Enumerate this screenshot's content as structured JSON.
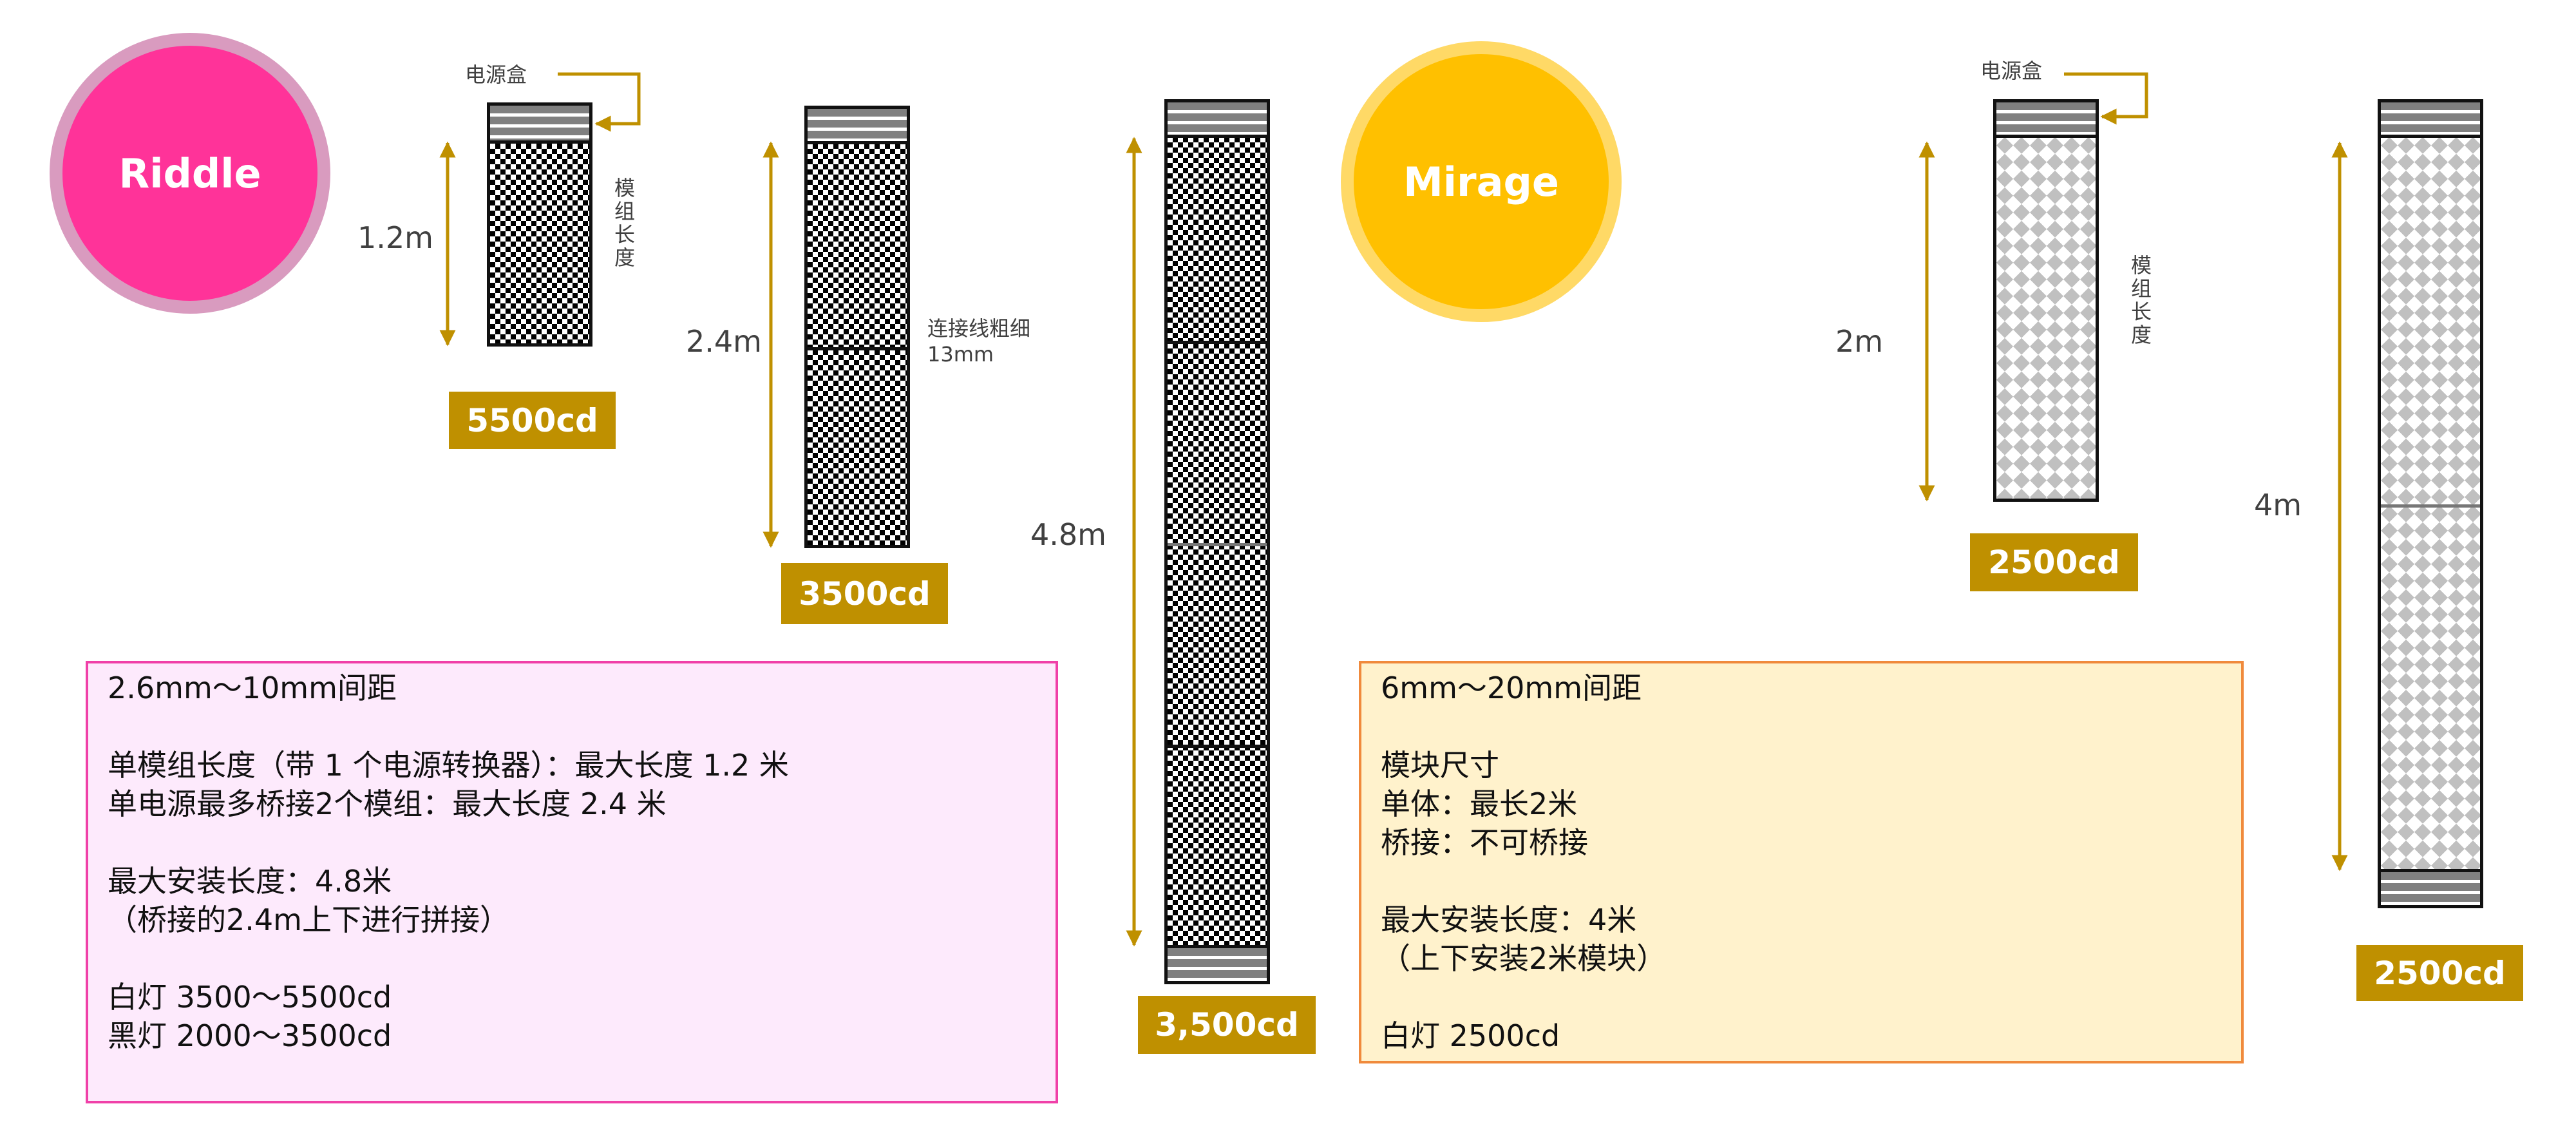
{
  "colors": {
    "riddle": "#FF3399",
    "mirage": "#FFC000",
    "badge": "#BF9000",
    "arrow": "#BF9000"
  },
  "riddle": {
    "title": "Riddle",
    "power_box_label": "电源盒",
    "module_length_label": "模组长度",
    "cable_label_line1": "连接线粗细",
    "cable_label_line2": "13mm",
    "dims": [
      "1.2m",
      "2.4m",
      "4.8m"
    ],
    "badges": [
      "5500cd",
      "3500cd",
      "3,500cd"
    ],
    "notes": [
      "2.6mm～10mm间距",
      "",
      "单模组长度（带 1 个电源转换器）：最大长度 1.2 米",
      "单电源最多桥接2个模组：最大长度 2.4 米",
      "",
      "最大安装长度：4.8米",
      "（桥接的2.4m上下进行拼接）",
      "",
      "白灯 3500～5500cd",
      "黑灯 2000～3500cd"
    ]
  },
  "mirage": {
    "title": "Mirage",
    "power_box_label": "电源盒",
    "module_length_label": "模组长度",
    "dims": [
      "2m",
      "4m"
    ],
    "badges": [
      "2500cd",
      "2500cd"
    ],
    "notes": [
      "6mm～20mm间距",
      "",
      "模块尺寸",
      "单体：最长2米",
      "桥接：不可桥接",
      "",
      "最大安装长度：4米",
      "（上下安装2米模块）",
      "",
      "白灯 2500cd"
    ]
  }
}
